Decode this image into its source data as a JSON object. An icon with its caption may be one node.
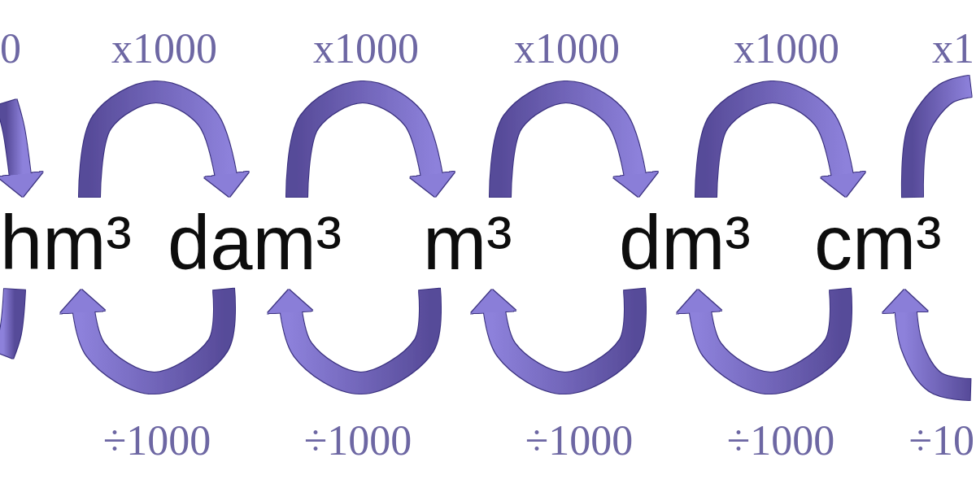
{
  "diagram": {
    "nodes": [
      {
        "text": [
          "hm³"
        ]
      },
      {
        "text": [
          "dam³"
        ]
      },
      {
        "text": [
          "m³"
        ]
      },
      {
        "text": [
          "dm³"
        ]
      },
      {
        "text": [
          "cm³"
        ]
      }
    ],
    "edges": [
      {
        "from": null,
        "to": 0,
        "arrow": "to",
        "label": "0"
      },
      {
        "from": 0,
        "to": 1,
        "arrow": "to",
        "label": "x1000"
      },
      {
        "from": 1,
        "to": 2,
        "arrow": "to",
        "label": "x1000"
      },
      {
        "from": 2,
        "to": 3,
        "arrow": "to",
        "label": "x1000"
      },
      {
        "from": 3,
        "to": 4,
        "arrow": "to",
        "label": "x1000"
      },
      {
        "from": 4,
        "to": null,
        "arrow": "none",
        "label": "x1"
      },
      {
        "from": 0,
        "to": null,
        "arrow": "none"
      },
      {
        "from": 1,
        "to": 0,
        "arrow": "to",
        "label": "÷1000"
      },
      {
        "from": 2,
        "to": 1,
        "arrow": "to",
        "label": "÷1000"
      },
      {
        "from": 3,
        "to": 2,
        "arrow": "to",
        "label": "÷1000"
      },
      {
        "from": 4,
        "to": 3,
        "arrow": "to",
        "label": "÷1000"
      },
      {
        "from": null,
        "to": 4,
        "arrow": "to",
        "label": "÷10"
      }
    ]
  }
}
